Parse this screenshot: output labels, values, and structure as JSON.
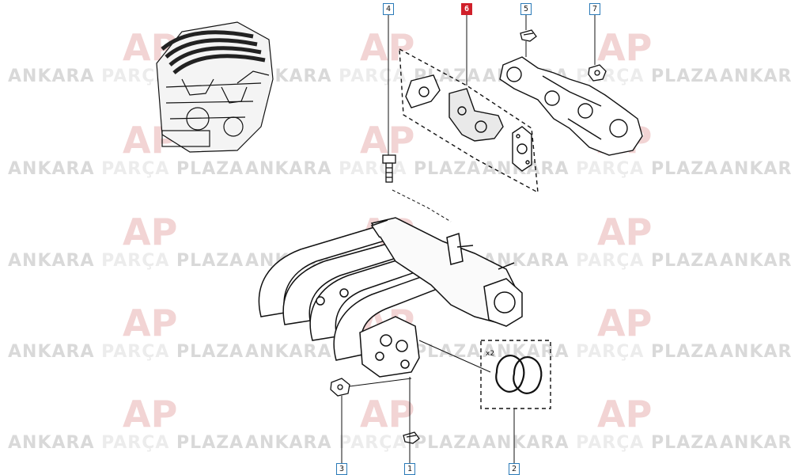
{
  "watermark": {
    "words": [
      "ANKARA",
      "PARÇA",
      "PLAZA"
    ],
    "logo": "AP",
    "colors": {
      "dark": "#d9d9d9",
      "light": "#ececec",
      "logo": "#f2d4d4"
    }
  },
  "callouts": [
    {
      "id": "4",
      "highlight": false
    },
    {
      "id": "6",
      "highlight": true
    },
    {
      "id": "5",
      "highlight": false
    },
    {
      "id": "7",
      "highlight": false
    },
    {
      "id": "3",
      "highlight": false
    },
    {
      "id": "1",
      "highlight": false
    },
    {
      "id": "2",
      "highlight": false
    }
  ],
  "quantity_label": "x2",
  "colors": {
    "callout_border": "#2a7ab8",
    "highlight": "#d0202a",
    "line": "#111111"
  }
}
